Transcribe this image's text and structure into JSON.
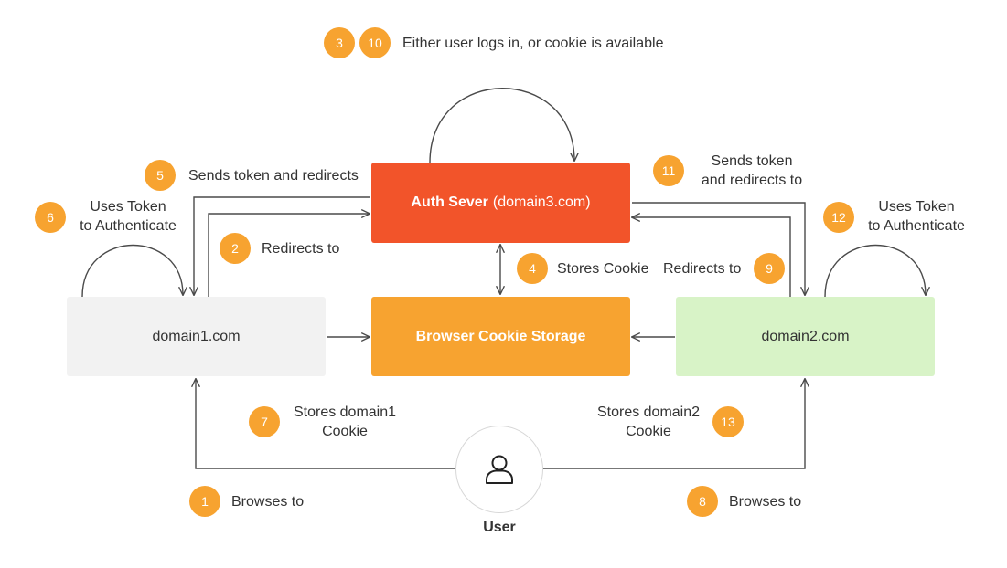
{
  "header": {
    "badges": [
      "3",
      "10"
    ],
    "text": "Either user logs in, or cookie is available"
  },
  "boxes": {
    "auth_server_bold": "Auth Sever",
    "auth_server_domain": "(domain3.com)",
    "cookie_storage": "Browser Cookie Storage",
    "domain1": "domain1.com",
    "domain2": "domain2.com"
  },
  "steps": {
    "s1": {
      "num": "1",
      "line1": "Browses to"
    },
    "s2": {
      "num": "2",
      "line1": "Redirects to"
    },
    "s4": {
      "num": "4",
      "line1": "Stores Cookie"
    },
    "s5": {
      "num": "5",
      "line1": "Sends token and redirects"
    },
    "s6": {
      "num": "6",
      "line1": "Uses Token",
      "line2": "to Authenticate"
    },
    "s7": {
      "num": "7",
      "line1": "Stores domain1",
      "line2": "Cookie"
    },
    "s8": {
      "num": "8",
      "line1": "Browses to"
    },
    "s9": {
      "num": "9",
      "line1": "Redirects to"
    },
    "s11": {
      "num": "11",
      "line1": "Sends token",
      "line2": "and redirects to"
    },
    "s12": {
      "num": "12",
      "line1": "Uses Token",
      "line2": "to Authenticate"
    },
    "s13": {
      "num": "13",
      "line1": "Stores domain2",
      "line2": "Cookie"
    }
  },
  "user": {
    "label": "User",
    "icon": "user-icon"
  },
  "colors": {
    "auth": "#f2542a",
    "cookie": "#f7a330",
    "domain1": "#f2f2f2",
    "domain2": "#d8f3c7",
    "badge": "#f7a330"
  }
}
